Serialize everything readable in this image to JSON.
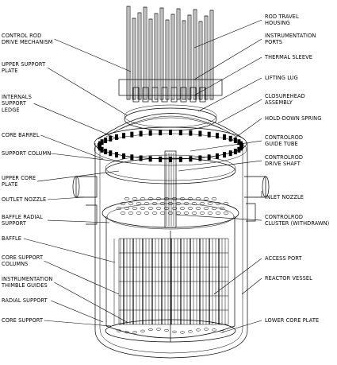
{
  "diagram": {
    "left_labels": [
      {
        "id": "control-rod-drive-mechanism",
        "lines": [
          "CONTROL ROD",
          "DRIVE MECHANISM"
        ]
      },
      {
        "id": "upper-support-plate",
        "lines": [
          "UPPER SUPPORT",
          "PLATE"
        ]
      },
      {
        "id": "internals-support-ledge",
        "lines": [
          "INTERNALS",
          "SUPPORT",
          "LEDGE"
        ]
      },
      {
        "id": "core-barrel",
        "lines": [
          "CORE BARREL"
        ]
      },
      {
        "id": "support-column",
        "lines": [
          "SUPPORT COLUMN"
        ]
      },
      {
        "id": "upper-core-plate",
        "lines": [
          "UPPER CORE",
          "PLATE"
        ]
      },
      {
        "id": "outlet-nozzle",
        "lines": [
          "OUTLET NOZZLE"
        ]
      },
      {
        "id": "baffle-radial-support",
        "lines": [
          "BAFFLE RADIAL",
          "SUPPORT"
        ]
      },
      {
        "id": "baffle",
        "lines": [
          "BAFFLE"
        ]
      },
      {
        "id": "core-support-columns",
        "lines": [
          "CORE SUPPORT",
          "COLUMNS"
        ]
      },
      {
        "id": "instrumentation-thimble-guides",
        "lines": [
          "INSTRUMENTATION",
          "THIMBLE GUIDES"
        ]
      },
      {
        "id": "radial-support",
        "lines": [
          "RADIAL SUPPORT"
        ]
      },
      {
        "id": "core-support",
        "lines": [
          "CORE SUPPORT"
        ]
      }
    ],
    "right_labels": [
      {
        "id": "rod-travel-housing",
        "lines": [
          "ROD TRAVEL",
          "HOUSING"
        ]
      },
      {
        "id": "instrumentation-ports",
        "lines": [
          "INSTRUMENTATION",
          "PORTS"
        ]
      },
      {
        "id": "thermal-sleeve",
        "lines": [
          "THERMAL SLEEVE"
        ]
      },
      {
        "id": "lifting-lug",
        "lines": [
          "LIFTING LUG"
        ]
      },
      {
        "id": "closurehead-assembly",
        "lines": [
          "CLOSUREHEAD",
          "ASSEMBLY"
        ]
      },
      {
        "id": "hold-down-spring",
        "lines": [
          "HOLD-DOWN SPRING"
        ]
      },
      {
        "id": "controlrod-guide-tube",
        "lines": [
          "CONTROLROD",
          "GUIDE TUBE"
        ]
      },
      {
        "id": "controlrod-drive-shaft",
        "lines": [
          "CONTROLROD",
          "DRIVE SHAFT"
        ]
      },
      {
        "id": "inlet-nozzle",
        "lines": [
          "INLET NOZZLE"
        ]
      },
      {
        "id": "controlrod-cluster",
        "lines": [
          "CONTROLROD",
          "CLUSTER (WITHDRAWN)"
        ]
      },
      {
        "id": "access-port",
        "lines": [
          "ACCESS PORT"
        ]
      },
      {
        "id": "reactor-vessel",
        "lines": [
          "REACTOR VESSEL"
        ]
      },
      {
        "id": "lower-core-plate",
        "lines": [
          "LOWER CORE PLATE"
        ]
      }
    ]
  }
}
